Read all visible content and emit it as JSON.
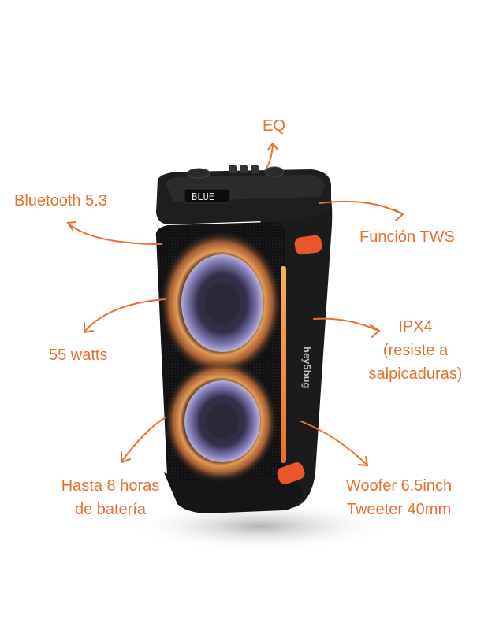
{
  "accent_color": "#e8702a",
  "speaker": {
    "display_text": "BLUE",
    "brand_text": "hey5bug"
  },
  "features": {
    "eq": "EQ",
    "bluetooth": "Bluetooth 5.3",
    "tws": "Función TWS",
    "power": "55 watts",
    "ipx_line1": "IPX4",
    "ipx_line2": "(resiste a",
    "ipx_line3": "salpicaduras)",
    "battery_line1": "Hasta 8 horas",
    "battery_line2": "de batería",
    "woofer": "Woofer 6.5inch",
    "tweeter": "Tweeter 40mm"
  }
}
